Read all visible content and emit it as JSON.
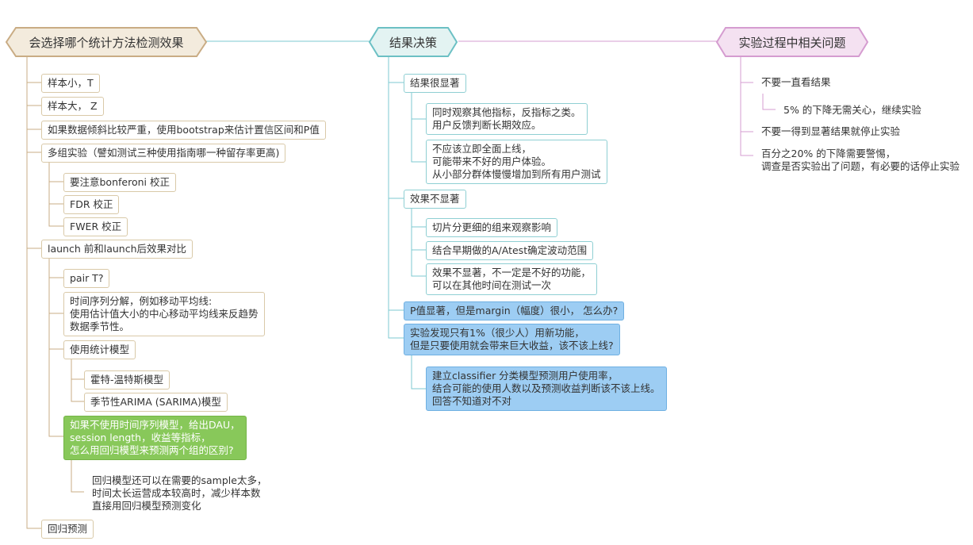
{
  "topics": {
    "left": "会选择哪个统计方法检测效果",
    "mid": "结果决策",
    "right": "实验过程中相关问题"
  },
  "left_branch": {
    "small_sample": "样本小，T",
    "large_sample": "样本大， Z",
    "skewed": "如果数据倾斜比较严重，使用bootstrap来估计置信区间和P值",
    "multi_group": "多组实验（譬如测试三种使用指南哪一种留存率更高)",
    "bonferoni": "要注意bonferoni 校正",
    "fdr": "FDR 校正",
    "fwer": "FWER 校正",
    "launch_compare": "launch 前和launch后效果对比",
    "pair_t": "pair T?",
    "time_series": "时间序列分解，例如移动平均线:\n使用估计值大小的中心移动平均线来反趋势\n数据季节性。",
    "stat_model": "使用统计模型",
    "holt_winters": "霍特-温特斯模型",
    "sarima": "季节性ARIMA (SARIMA)模型",
    "green_question": "如果不使用时间序列模型，给出DAU，\nsession length，收益等指标，\n怎么用回归模型来预测两个组的区别?",
    "regression_note": "回归模型还可以在需要的sample太多，\n 时间太长运营成本较高时，减少样本数\n直接用回归模型预测变化",
    "regression_predict": "回归预测"
  },
  "mid_branch": {
    "significant": "结果很显著",
    "observe_other": "同时观察其他指标，反指标之类。\n用户反馈判断长期效应。",
    "not_full_launch": "不应该立即全面上线，\n可能带来不好的用户体验。\n从小部分群体慢慢增加到所有用户测试",
    "not_significant": "效果不显著",
    "slice_groups": "切片分更细的组来观察影响",
    "aa_test": "结合早期做的A/Atest确定波动范围",
    "retest": "效果不显著，不一定是不好的功能，\n可以在其他时间在测试一次",
    "p_margin": "P值显著，但是margin（幅度）很小， 怎么办?",
    "few_users": "实验发现只有1%（很少人）用新功能，\n但是只要使用就会带来巨大收益，该不该上线?",
    "classifier": "建立classifier 分类模型预测用户使用率，\n结合可能的使用人数以及预测收益判断该不该上线。\n回答不知道对不对"
  },
  "right_branch": {
    "no_peeking": "不要一直看结果",
    "five_percent": "5% 的下降无需关心，继续实验",
    "no_early_stop": "不要一得到显著结果就停止实验",
    "twenty_percent": "百分之20% 的下降需要警惕，\n调查是否实验出了问题，有必要的话停止实验"
  },
  "colors": {
    "left_fill": "#f3ebdd",
    "left_stroke": "#c9ac84",
    "mid_fill": "#e3f3f2",
    "mid_stroke": "#6cc0c4",
    "right_fill": "#f4e1f1",
    "right_stroke": "#d59cd0",
    "blue_node": "#9dcdf3",
    "green_node": "#88c85a"
  }
}
